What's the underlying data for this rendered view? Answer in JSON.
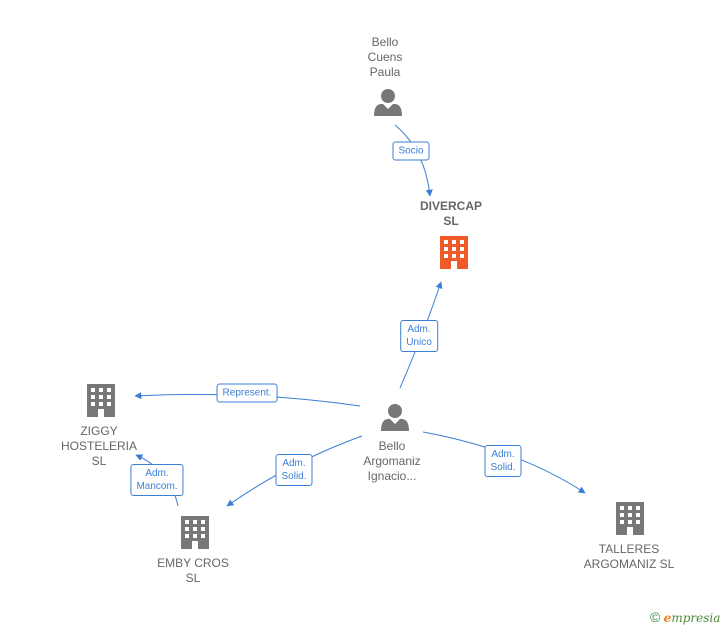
{
  "colors": {
    "edge": "#3a7fd5",
    "person": "#777777",
    "company": "#777777",
    "main_company": "#f05a28",
    "label": "#666666"
  },
  "nodes": {
    "bello_cuens": {
      "label": "Bello\nCuens\nPaula",
      "icon": "person-icon"
    },
    "divercap": {
      "label": "DIVERCAP\nSL",
      "icon": "building-icon",
      "highlight": true
    },
    "bello_argomaniz": {
      "label": "Bello\nArgomaniz\nIgnacio...",
      "icon": "person-icon"
    },
    "ziggy": {
      "label": "ZIGGY\nHOSTELERIA\nSL",
      "icon": "building-icon"
    },
    "emby": {
      "label": "EMBY CROS\nSL",
      "icon": "building-icon"
    },
    "talleres": {
      "label": "TALLERES\nARGOMANIZ SL",
      "icon": "building-icon"
    }
  },
  "edges": {
    "socio": {
      "from": "bello_cuens",
      "to": "divercap",
      "label": "Socio"
    },
    "adm_unico": {
      "from": "bello_argomaniz",
      "to": "divercap",
      "label": "Adm.\nUnico"
    },
    "represent": {
      "from": "bello_argomaniz",
      "to": "ziggy",
      "label": "Represent."
    },
    "adm_solid_emby": {
      "from": "bello_argomaniz",
      "to": "emby",
      "label": "Adm.\nSolid."
    },
    "adm_solid_talleres": {
      "from": "bello_argomaniz",
      "to": "talleres",
      "label": "Adm.\nSolid."
    },
    "adm_mancom": {
      "from": "emby",
      "to": "ziggy",
      "label": "Adm.\nMancom."
    }
  },
  "brand": {
    "copyright": "©",
    "e": "e",
    "name": "mpresia"
  }
}
